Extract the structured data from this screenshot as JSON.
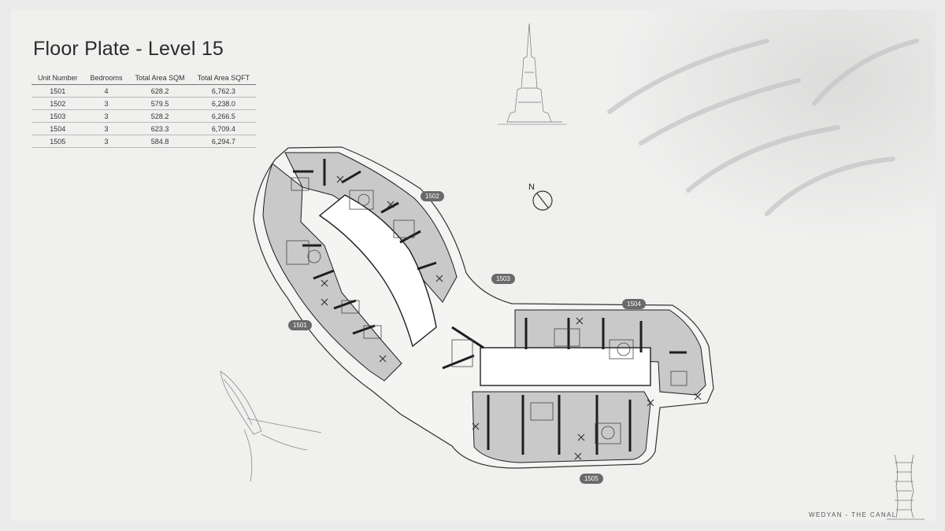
{
  "title": "Floor Plate - Level 15",
  "table": {
    "headers": [
      "Unit Number",
      "Bedrooms",
      "Total Area SQM",
      "Total Area SQFT"
    ],
    "rows": [
      [
        "1501",
        "4",
        "628.2",
        "6,762.3"
      ],
      [
        "1502",
        "3",
        "579.5",
        "6,238.0"
      ],
      [
        "1503",
        "3",
        "528.2",
        "6,266.5"
      ],
      [
        "1504",
        "3",
        "623.3",
        "6,709.4"
      ],
      [
        "1505",
        "3",
        "584.8",
        "6,294.7"
      ]
    ]
  },
  "unit_labels": {
    "u1501": "1501",
    "u1502": "1502",
    "u1503": "1503",
    "u1504": "1504",
    "u1505": "1505"
  },
  "north_label": "N",
  "footer": "WEDYAN - THE CANAL",
  "colors": {
    "background": "#f0f0ef",
    "unit_fill": "#c9c9c9",
    "core_fill": "#ffffff",
    "wall": "#1e1e1e",
    "tag": "#6a6a6a"
  }
}
